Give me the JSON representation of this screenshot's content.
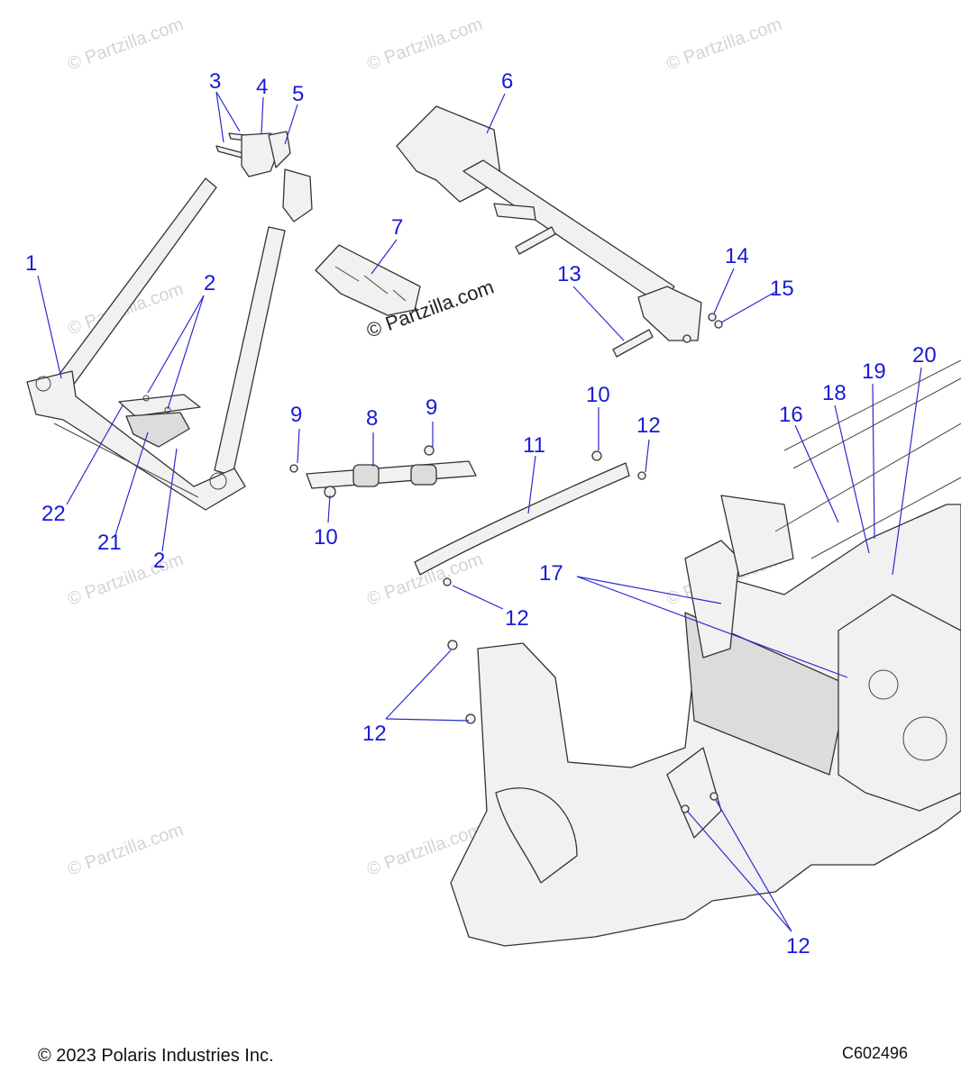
{
  "watermark": "© Partzilla.com",
  "callouts": [
    {
      "id": "c1",
      "text": "1"
    },
    {
      "id": "c2a",
      "text": "2"
    },
    {
      "id": "c2b",
      "text": "2"
    },
    {
      "id": "c3",
      "text": "3"
    },
    {
      "id": "c4",
      "text": "4"
    },
    {
      "id": "c5",
      "text": "5"
    },
    {
      "id": "c6",
      "text": "6"
    },
    {
      "id": "c7",
      "text": "7"
    },
    {
      "id": "c8",
      "text": "8"
    },
    {
      "id": "c9a",
      "text": "9"
    },
    {
      "id": "c9b",
      "text": "9"
    },
    {
      "id": "c10a",
      "text": "10"
    },
    {
      "id": "c10b",
      "text": "10"
    },
    {
      "id": "c11",
      "text": "11"
    },
    {
      "id": "c12a",
      "text": "12"
    },
    {
      "id": "c12b",
      "text": "12"
    },
    {
      "id": "c12c",
      "text": "12"
    },
    {
      "id": "c12d",
      "text": "12"
    },
    {
      "id": "c13",
      "text": "13"
    },
    {
      "id": "c14",
      "text": "14"
    },
    {
      "id": "c15",
      "text": "15"
    },
    {
      "id": "c16",
      "text": "16"
    },
    {
      "id": "c17",
      "text": "17"
    },
    {
      "id": "c18",
      "text": "18"
    },
    {
      "id": "c19",
      "text": "19"
    },
    {
      "id": "c20",
      "text": "20"
    },
    {
      "id": "c21",
      "text": "21"
    },
    {
      "id": "c22",
      "text": "22"
    }
  ],
  "footer": {
    "copyright": "© 2023 Polaris Industries Inc.",
    "code": "C602496"
  },
  "colors": {
    "callout": "#1a1ad6",
    "watermark": "#d4d4d4",
    "line": "#333333"
  }
}
